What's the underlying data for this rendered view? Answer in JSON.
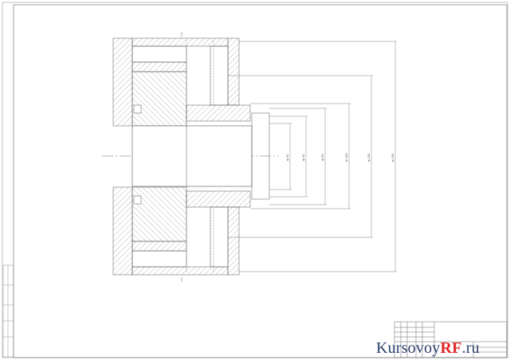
{
  "watermark": {
    "prefix": "Kursovoy",
    "highlight": "RF",
    "suffix": ".ru"
  },
  "colors": {
    "line": "#555555",
    "hatch": "#8a8a8a",
    "watermark_text": "#2a3f6a",
    "watermark_accent": "#e02626"
  },
  "dimensions": {
    "labels": [
      "ф 30",
      "ф 40",
      "ф 50",
      "ф 100",
      "ф 115",
      "ф 145"
    ]
  }
}
